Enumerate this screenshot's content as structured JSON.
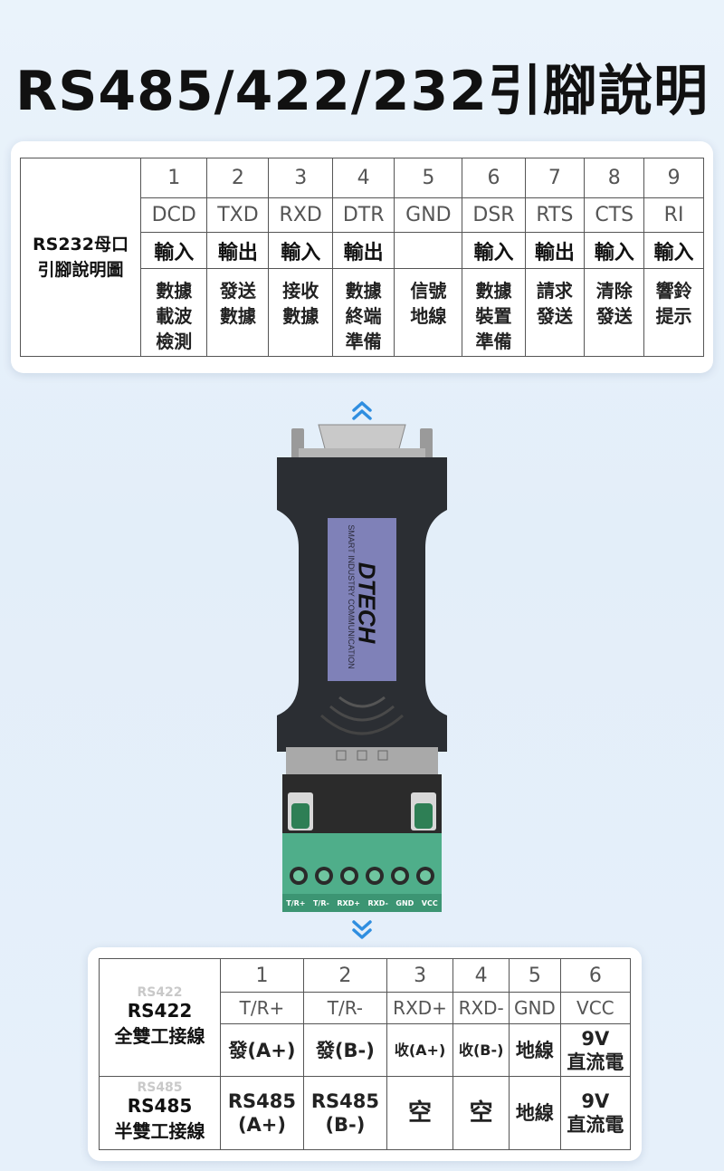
{
  "title": "RS485/422/232引腳說明",
  "rs232": {
    "header": [
      "RS232母口",
      "引腳說明圖"
    ],
    "pins": [
      "1",
      "2",
      "3",
      "4",
      "5",
      "6",
      "7",
      "8",
      "9"
    ],
    "signals": [
      "DCD",
      "TXD",
      "RXD",
      "DTR",
      "GND",
      "DSR",
      "RTS",
      "CTS",
      "RI"
    ],
    "directions": [
      "輸入",
      "輸出",
      "輸入",
      "輸出",
      "",
      "輸入",
      "輸出",
      "輸入",
      "輸入"
    ],
    "descriptions": [
      [
        "數據",
        "載波",
        "檢測"
      ],
      [
        "發送",
        "數據"
      ],
      [
        "接收",
        "數據"
      ],
      [
        "數據",
        "終端",
        "準備"
      ],
      [
        "信號",
        "地線"
      ],
      [
        "數據",
        "裝置",
        "準備"
      ],
      [
        "請求",
        "發送"
      ],
      [
        "清除",
        "發送"
      ],
      [
        "響鈴",
        "提示"
      ]
    ]
  },
  "device": {
    "brand": "DTECH",
    "tagline": "SMART INDUSTRY COMMUNICATION",
    "terminal_labels": [
      "T/R+",
      "T/R-",
      "RXD+",
      "RXD-",
      "GND",
      "VCC"
    ]
  },
  "rs4xx": {
    "pins": [
      "1",
      "2",
      "3",
      "4",
      "5",
      "6"
    ],
    "signals": [
      "T/R+",
      "T/R-",
      "RXD+",
      "RXD-",
      "GND",
      "VCC"
    ],
    "rs422": {
      "ghost": "RS422",
      "name": "RS422",
      "mode": "全雙工接線",
      "cells": [
        "發(A+)",
        "發(B-)",
        "收(A+)",
        "收(B-)",
        "地線"
      ],
      "vcc": [
        "9V",
        "直流電"
      ]
    },
    "rs485": {
      "ghost": "RS485",
      "name": "RS485",
      "mode": "半雙工接線",
      "cells": [
        [
          "RS485",
          "(A+)"
        ],
        [
          "RS485",
          "(B-)"
        ],
        "空",
        "空",
        "地線"
      ],
      "vcc": [
        "9V",
        "直流電"
      ]
    }
  },
  "colors": {
    "accent_arrow": "#2f8ee0",
    "terminal_green": "#4fae8a",
    "label_purple": "#7a7ab8"
  }
}
